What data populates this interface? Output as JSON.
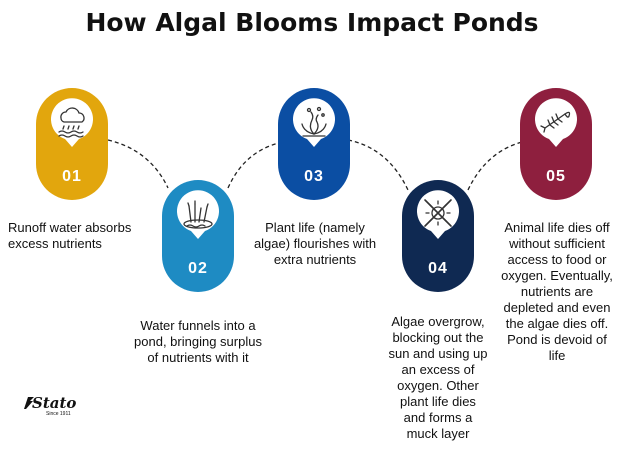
{
  "title": "How Algal Blooms Impact Ponds",
  "colors": {
    "step1": "#E2A60D",
    "step2": "#1E8BC3",
    "step3": "#0B4EA3",
    "step4": "#0F2952",
    "step5": "#8E1F3E"
  },
  "steps": [
    {
      "number": "01",
      "icon": "rain-cloud-icon",
      "lines": [
        "Runoff water absorbs",
        "excess nutrients"
      ]
    },
    {
      "number": "02",
      "icon": "pond-reeds-icon",
      "lines": [
        "Water funnels into a",
        "pond, bringing surplus",
        "of nutrients with it"
      ]
    },
    {
      "number": "03",
      "icon": "algae-plant-icon",
      "lines": [
        "Plant life (namely",
        "algae) flourishes with",
        "extra nutrients"
      ]
    },
    {
      "number": "04",
      "icon": "crossed-sun-icon",
      "lines": [
        "Algae overgrow,",
        "blocking out the",
        "sun and using up",
        "an excess of",
        "oxygen. Other",
        "plant life dies",
        "and forms a",
        "muck layer"
      ]
    },
    {
      "number": "05",
      "icon": "fish-skeleton-icon",
      "lines": [
        "Animal life dies off",
        "without sufficient",
        "access to food or",
        "oxygen. Eventually,",
        "nutrients are",
        "depleted and even",
        "the algae dies off.",
        "Pond is devoid of",
        "life"
      ]
    }
  ],
  "logo": {
    "name": "Stato",
    "tagline": "Since 1911"
  }
}
